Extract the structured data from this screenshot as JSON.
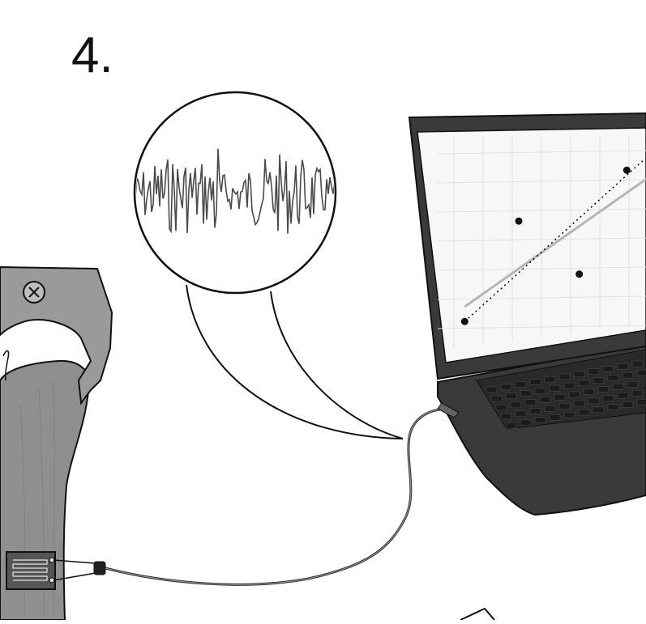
{
  "step": {
    "label": "4."
  },
  "colors": {
    "outline": "#111111",
    "bone": "#8f8f8f",
    "bone_dark": "#6e6e6e",
    "fixture": "#9a9a9a",
    "signal": "#4a4a4a",
    "laptop_body": "#3a3a3a",
    "laptop_keys": "#2a2a2a",
    "screen": "#f7f7f7",
    "grid": "#e2e2e2",
    "trend_line": "#b5b5b5",
    "points": "#111111",
    "sensor": "#555555"
  },
  "icons": {
    "fixture_bolt": "x-circle-icon",
    "magnifier": "magnifier-circle"
  },
  "screen_plot": {
    "type": "scatter",
    "points": [
      {
        "x": 0.5,
        "y": 0.8
      },
      {
        "x": 3.0,
        "y": 3.9
      },
      {
        "x": 5.8,
        "y": 2.0
      },
      {
        "x": 8.0,
        "y": 5.5
      }
    ],
    "xlim": [
      0,
      9
    ],
    "ylim": [
      0,
      6.5
    ],
    "grid": true
  }
}
